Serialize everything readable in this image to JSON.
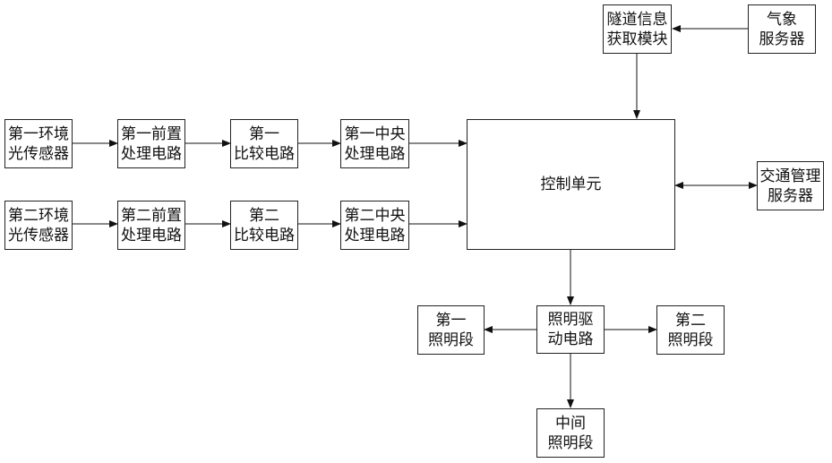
{
  "diagram": {
    "tunnel_info": [
      "隧道信息",
      "获取模块"
    ],
    "weather": [
      "气象",
      "服务器"
    ],
    "control": [
      "控制单元"
    ],
    "traffic": [
      "交通管理",
      "服务器"
    ],
    "sensor1": [
      "第一环境",
      "光传感器"
    ],
    "pre1": [
      "第一前置",
      "处理电路"
    ],
    "cmp1": [
      "第一",
      "比较电路"
    ],
    "cpu1": [
      "第一中央",
      "处理电路"
    ],
    "sensor2": [
      "第二环境",
      "光传感器"
    ],
    "pre2": [
      "第二前置",
      "处理电路"
    ],
    "cmp2": [
      "第二",
      "比较电路"
    ],
    "cpu2": [
      "第二中央",
      "处理电路"
    ],
    "driver": [
      "照明驱",
      "动电路"
    ],
    "seg1": [
      "第一",
      "照明段"
    ],
    "seg2": [
      "第二",
      "照明段"
    ],
    "segmid": [
      "中间",
      "照明段"
    ]
  }
}
